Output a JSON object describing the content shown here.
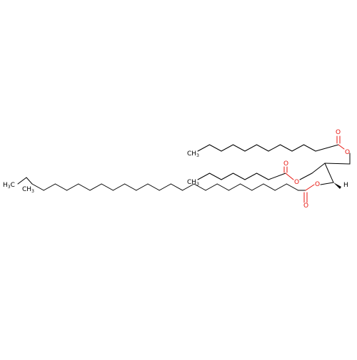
{
  "molecule": {
    "colors": {
      "bond": "#000000",
      "oxygen": "#e8150f",
      "carbon_label": "#000000",
      "background": "#ffffff"
    },
    "labels": {
      "oxygen": "O",
      "hydrogen": "H",
      "methyl_main": "CH",
      "methyl_sub": "3",
      "methyl_prefix": "H",
      "methyl_prefix_sub": "3",
      "methyl_prefix_main": "C"
    }
  }
}
